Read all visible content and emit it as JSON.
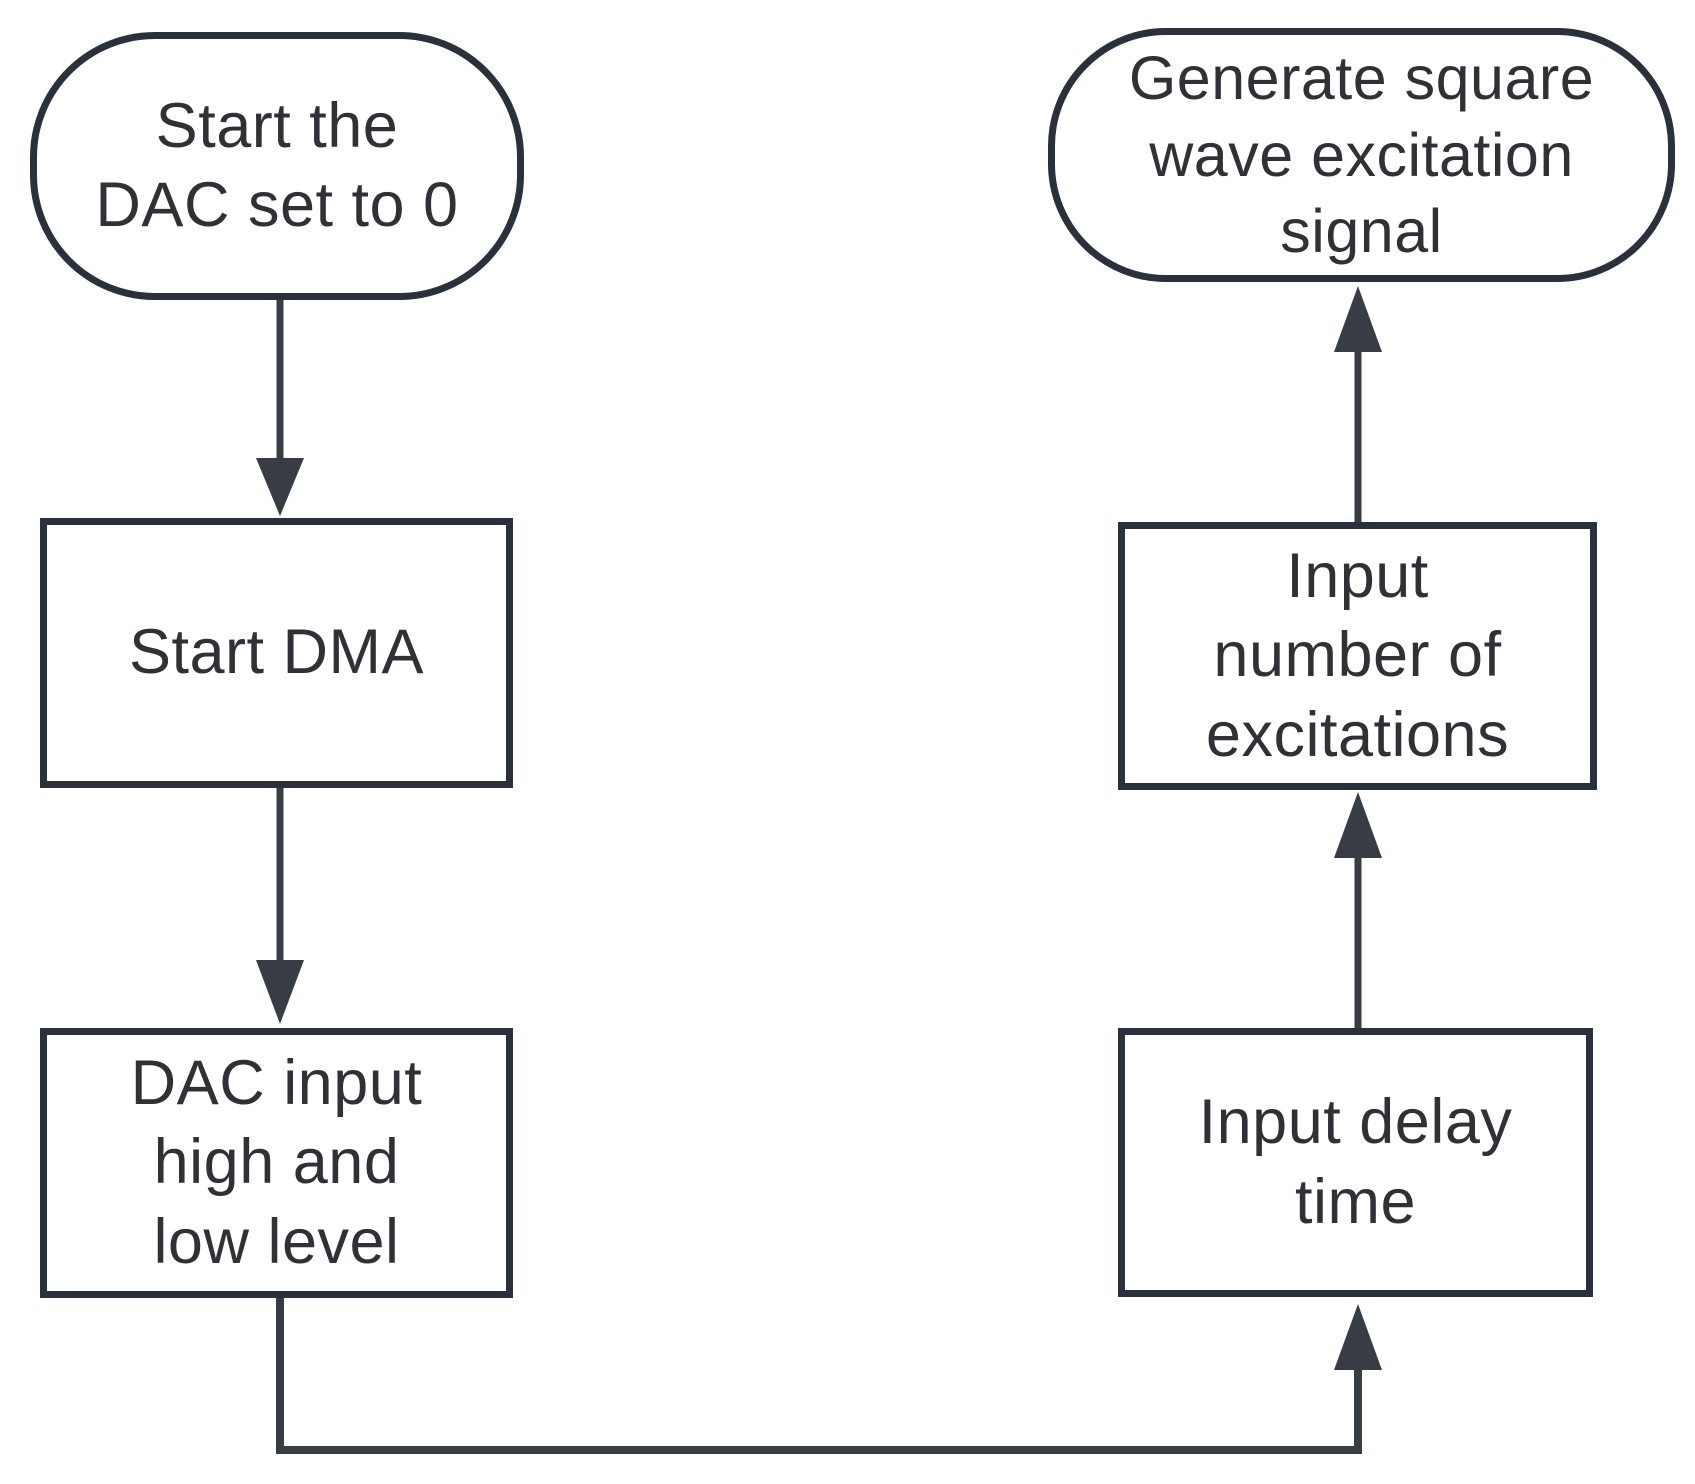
{
  "diagram": {
    "type": "flowchart",
    "background_color": "#ffffff",
    "stroke_color": "#2b313c",
    "arrow_color": "#383d45",
    "text_color": "#303136",
    "nodes": [
      {
        "id": "start-dac",
        "shape": "terminal",
        "label": "Start the\nDAC set to 0"
      },
      {
        "id": "start-dma",
        "shape": "process",
        "label": "Start DMA"
      },
      {
        "id": "dac-input-levels",
        "shape": "process",
        "label": "DAC input\nhigh and\nlow level"
      },
      {
        "id": "input-delay",
        "shape": "process",
        "label": "Input delay\ntime"
      },
      {
        "id": "input-number",
        "shape": "process",
        "label": "Input\nnumber of\nexcitations"
      },
      {
        "id": "generate-signal",
        "shape": "terminal",
        "label": "Generate square\nwave excitation\nsignal"
      }
    ],
    "edges": [
      {
        "from": "start-dac",
        "to": "start-dma"
      },
      {
        "from": "start-dma",
        "to": "dac-input-levels"
      },
      {
        "from": "dac-input-levels",
        "to": "input-delay",
        "route": "down-right-up"
      },
      {
        "from": "input-delay",
        "to": "input-number"
      },
      {
        "from": "input-number",
        "to": "generate-signal"
      }
    ]
  }
}
